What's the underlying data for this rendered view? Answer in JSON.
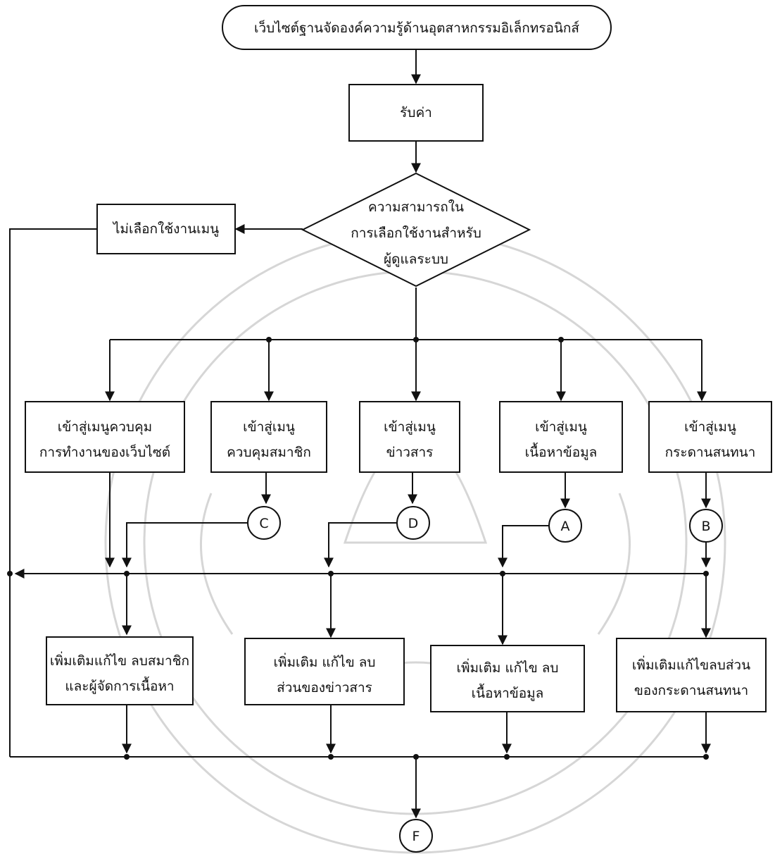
{
  "colors": {
    "line": "#111111",
    "background": "#ffffff",
    "watermark": "#d4d4d4"
  },
  "diagram": {
    "start": "เว็บไซต์ฐานจัดองค์ความรู้ด้านอุตสาหกรรมอิเล็กทรอนิกส์",
    "input": "รับค่า",
    "decision": [
      "ความสามารถใน",
      "การเลือกใช้งานสำหรับ",
      "ผู้ดูแลระบบ"
    ],
    "no_menu": "ไม่เลือกใช้งานเมนู",
    "menus": [
      [
        "เข้าสู่เมนูควบคุม",
        "การทำงานของเว็บไซต์"
      ],
      [
        "เข้าสู่เมนู",
        "ควบคุมสมาชิก"
      ],
      [
        "เข้าสู่เมนู",
        "ข่าวสาร"
      ],
      [
        "เข้าสู่เมนู",
        "เนื้อหาข้อมูล"
      ],
      [
        "เข้าสู่เมนู",
        "กระดานสนทนา"
      ]
    ],
    "connectors": [
      "C",
      "D",
      "A",
      "B"
    ],
    "actions": [
      [
        "เพิ่มเติมแก้ไข ลบสมาชิก",
        "และผู้จัดการเนื้อหา"
      ],
      [
        "เพิ่มเติม แก้ไข ลบ",
        "ส่วนของข่าวสาร"
      ],
      [
        "เพิ่มเติม แก้ไข ลบ",
        "เนื้อหาข้อมูล"
      ],
      [
        "เพิ่มเติมแก้ไขลบส่วน",
        "ของกระดานสนทนา"
      ]
    ],
    "end_connector": "F"
  }
}
